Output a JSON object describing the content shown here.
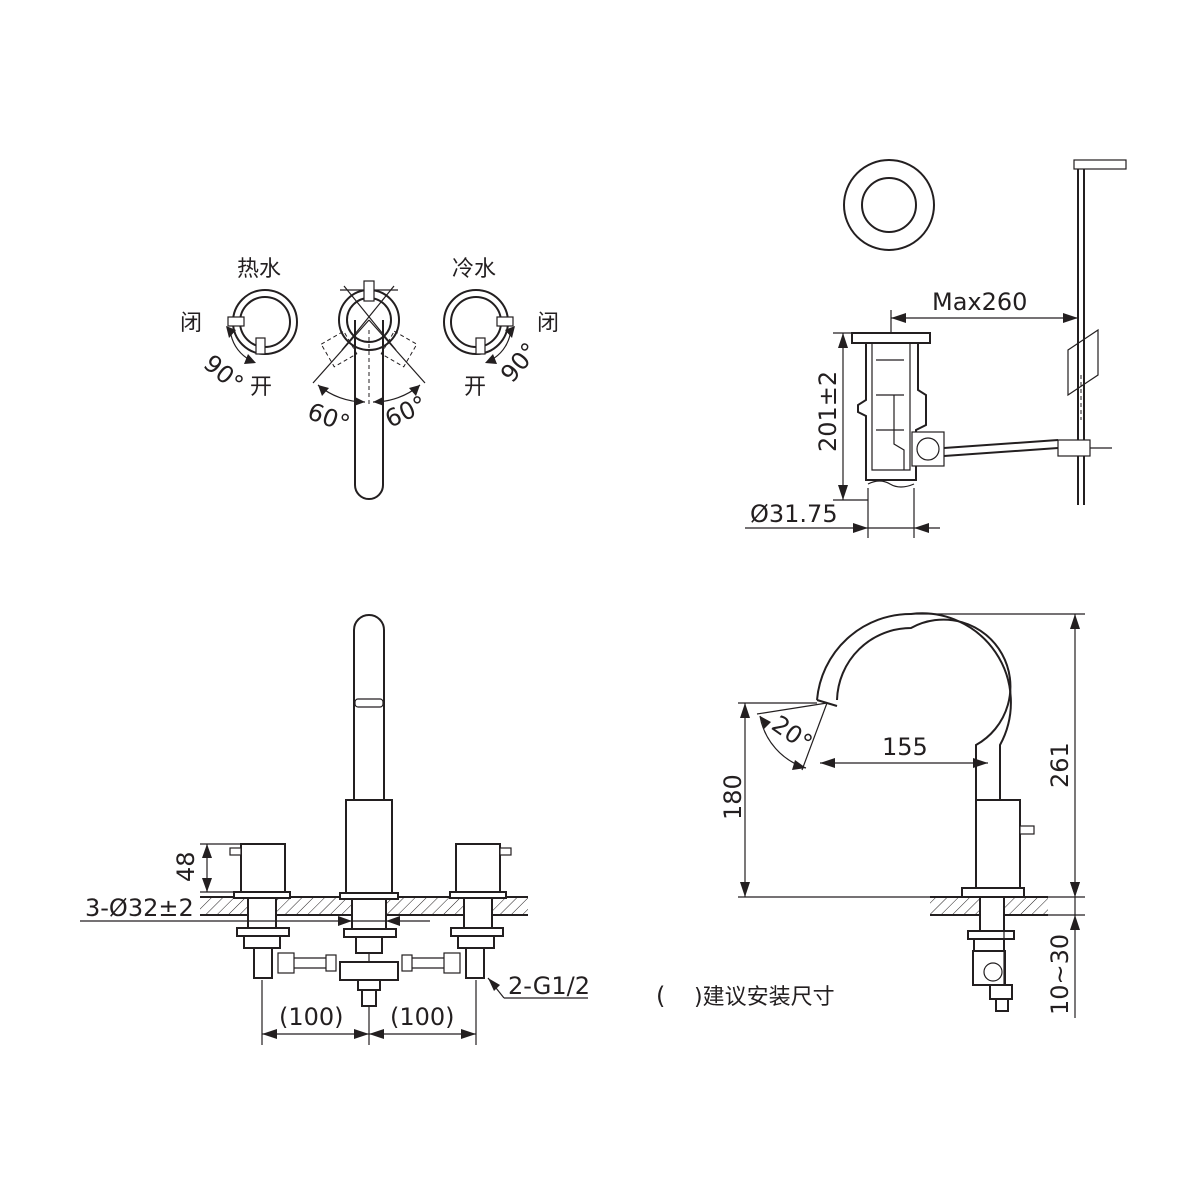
{
  "labels": {
    "hot_water": "热水",
    "cold_water": "冷水",
    "closed": "闭",
    "open": "开",
    "angle_90": "90°",
    "angle_60": "60°",
    "angle_20": "20°"
  },
  "dimensions": {
    "max_reach": "Max260",
    "drain_height": "201±2",
    "drain_diameter": "Ø31.75",
    "handle_height": "48",
    "hole_spec": "3-Ø32±2",
    "spacing": "(100)",
    "inlet_thread": "2-G1/2",
    "spout_reach": "155",
    "spout_height": "180",
    "total_height": "261",
    "deck_thickness": "10~30"
  },
  "note": {
    "bracket_open": "(",
    "text": ")建议安装尺寸"
  }
}
